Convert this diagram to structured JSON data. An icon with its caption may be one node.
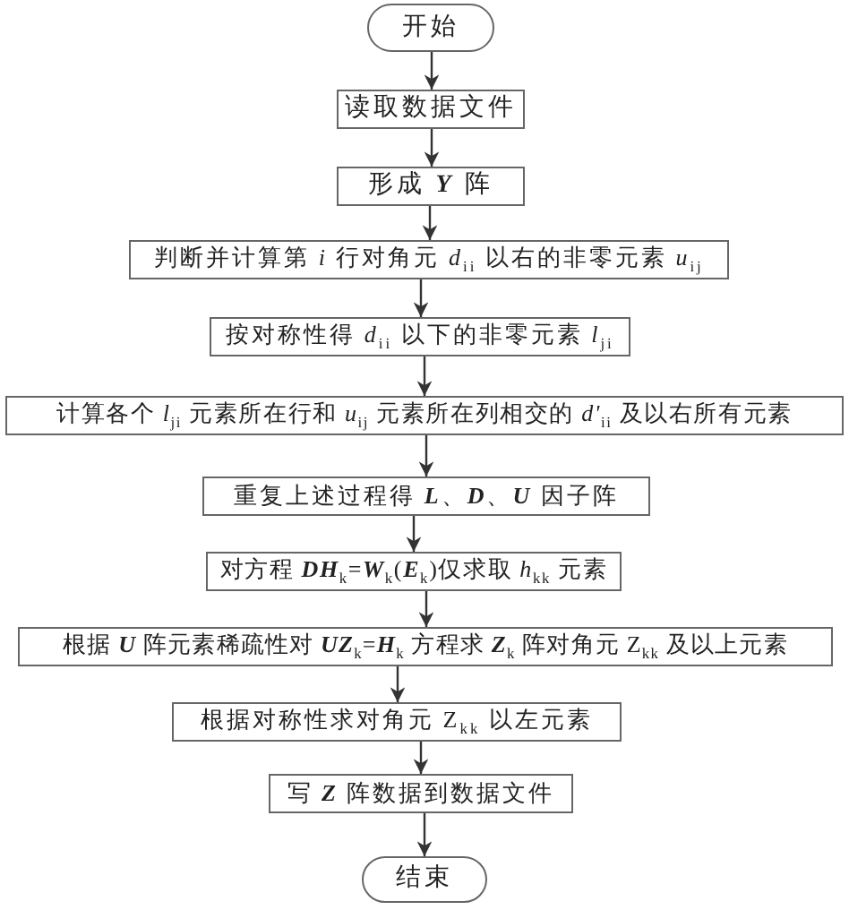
{
  "diagram": {
    "nodes": [
      {
        "text": [
          "开始"
        ]
      },
      {
        "text": [
          "读取数据文件"
        ]
      },
      {
        "text": [
          "形成 **Y** 阵"
        ]
      },
      {
        "text": [
          "判断并计算第 *i* 行对角元 *d*$_{ii}$ 以右的非零元素 *u*$_{ij}$"
        ]
      },
      {
        "text": [
          "按对称性得 *d*$_{ii}$ 以下的非零元素 *l*$_{ji}$"
        ]
      },
      {
        "text": [
          "计算各个 *l*$_{ji}$ 元素所在行和 *u*$_{ij}$ 元素所在列相交的 *d'*$_{ii}$ 及以右所有元素"
        ]
      },
      {
        "text": [
          "重复上述过程得 **L**、**D**、**U** 因子阵"
        ]
      },
      {
        "text": [
          "对方程 **DH**$_{k}$=**W**$_{k}$(**E**$_{k}$)仅求取 *h*$_{kk}$ 元素"
        ]
      },
      {
        "text": [
          "根据 **U** 阵元素稀疏性对 **UZ**$_{k}$=**H**$_{k}$ 方程求 **Z**$_{k}$ 阵对角元 Z$_{kk}$ 及以上元素"
        ]
      },
      {
        "text": [
          "根据对称性求对角元 Z$_{kk}$ 以左元素"
        ]
      },
      {
        "text": [
          "写 **Z** 阵数据到数据文件"
        ]
      },
      {
        "text": [
          "结束"
        ]
      }
    ],
    "edges": [
      {
        "from": 0,
        "to": 1,
        "arrow": "to"
      },
      {
        "from": 1,
        "to": 2,
        "arrow": "to"
      },
      {
        "from": 2,
        "to": 3,
        "arrow": "to"
      },
      {
        "from": 3,
        "to": 4,
        "arrow": "to"
      },
      {
        "from": 4,
        "to": 5,
        "arrow": "to"
      },
      {
        "from": 5,
        "to": 6,
        "arrow": "to"
      },
      {
        "from": 6,
        "to": 7,
        "arrow": "to"
      },
      {
        "from": 7,
        "to": 8,
        "arrow": "to"
      },
      {
        "from": 8,
        "to": 9,
        "arrow": "to"
      },
      {
        "from": 9,
        "to": 10,
        "arrow": "to"
      },
      {
        "from": 10,
        "to": 11,
        "arrow": "to"
      }
    ]
  }
}
